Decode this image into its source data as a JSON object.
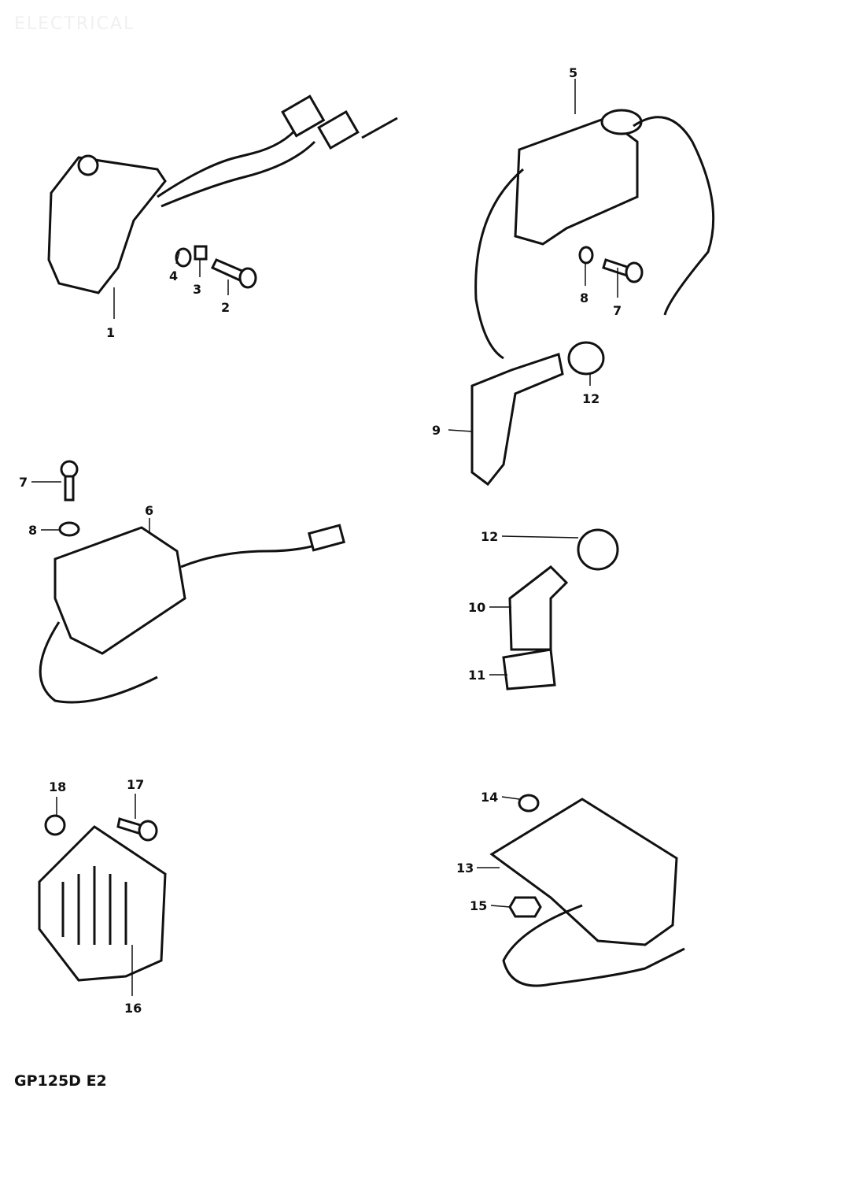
{
  "header": {
    "title": "ELECTRICAL"
  },
  "footer": {
    "model_code": "GP125D E2"
  },
  "callouts": [
    "1",
    "2",
    "3",
    "4",
    "5",
    "7",
    "8",
    "9",
    "12",
    "7",
    "8",
    "6",
    "12",
    "10",
    "11",
    "18",
    "17",
    "16",
    "14",
    "13",
    "15"
  ]
}
